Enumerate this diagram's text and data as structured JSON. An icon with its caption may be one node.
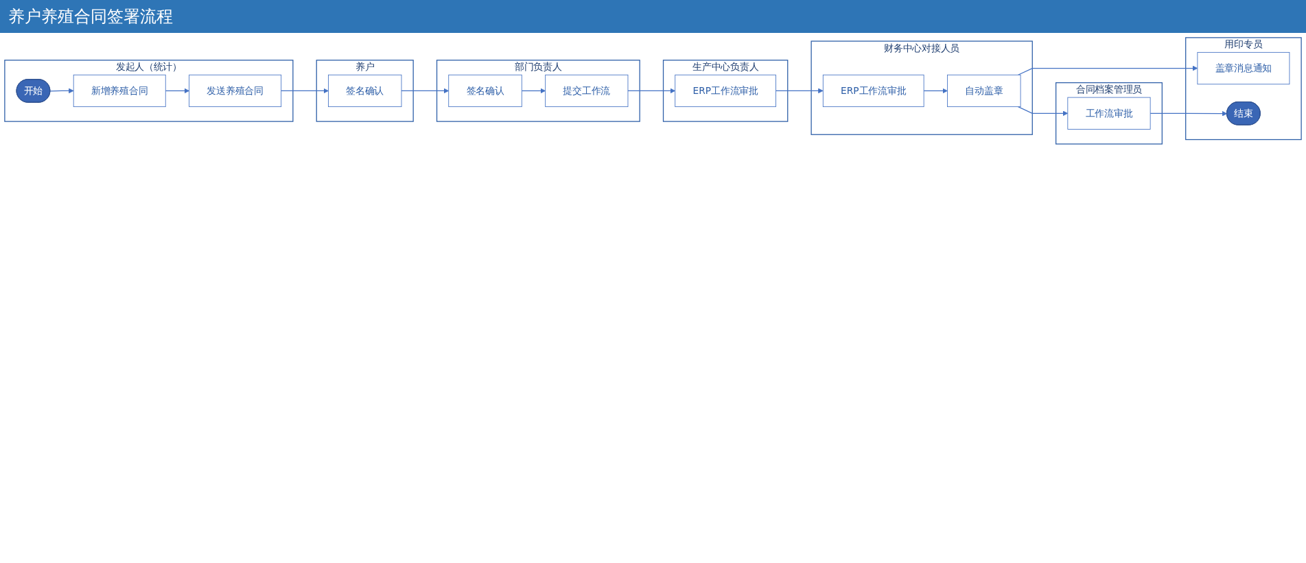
{
  "diagram": {
    "title": "养户养殖合同签署流程",
    "nodes": [
      {
        "text": [
          "发起人（统计）"
        ]
      },
      {
        "text": [
          "开始"
        ],
        "in": 0
      },
      {
        "text": [
          "新增养殖合同"
        ],
        "in": 0
      },
      {
        "text": [
          "发送养殖合同"
        ],
        "in": 0
      },
      {
        "text": [
          "养户"
        ]
      },
      {
        "text": [
          "签名确认"
        ],
        "in": 4
      },
      {
        "text": [
          "部门负责人"
        ]
      },
      {
        "text": [
          "签名确认"
        ],
        "in": 6
      },
      {
        "text": [
          "提交工作流"
        ],
        "in": 6
      },
      {
        "text": [
          "生产中心负责人"
        ]
      },
      {
        "text": [
          "ERP工作流审批"
        ],
        "in": 9
      },
      {
        "text": [
          "财务中心对接人员"
        ]
      },
      {
        "text": [
          "ERP工作流审批"
        ],
        "in": 11
      },
      {
        "text": [
          "自动盖章"
        ],
        "in": 11
      },
      {
        "text": [
          "合同档案管理员"
        ]
      },
      {
        "text": [
          "工作流审批"
        ],
        "in": 14
      },
      {
        "text": [
          "用印专员"
        ]
      },
      {
        "text": [
          "盖章消息通知"
        ],
        "in": 16
      },
      {
        "text": [
          "结束"
        ],
        "in": 16
      }
    ],
    "edges": [
      {
        "from": 1,
        "to": 2,
        "arrow": "to"
      },
      {
        "from": 2,
        "to": 3,
        "arrow": "to"
      },
      {
        "from": 3,
        "to": 5,
        "arrow": "to"
      },
      {
        "from": 5,
        "to": 7,
        "arrow": "to"
      },
      {
        "from": 7,
        "to": 8,
        "arrow": "to"
      },
      {
        "from": 8,
        "to": 10,
        "arrow": "to"
      },
      {
        "from": 10,
        "to": 12,
        "arrow": "to"
      },
      {
        "from": 12,
        "to": 13,
        "arrow": "to"
      },
      {
        "from": 13,
        "to": 17,
        "arrow": "to"
      },
      {
        "from": 13,
        "to": 15,
        "arrow": "to"
      },
      {
        "from": 15,
        "to": 18,
        "arrow": "to"
      }
    ]
  }
}
